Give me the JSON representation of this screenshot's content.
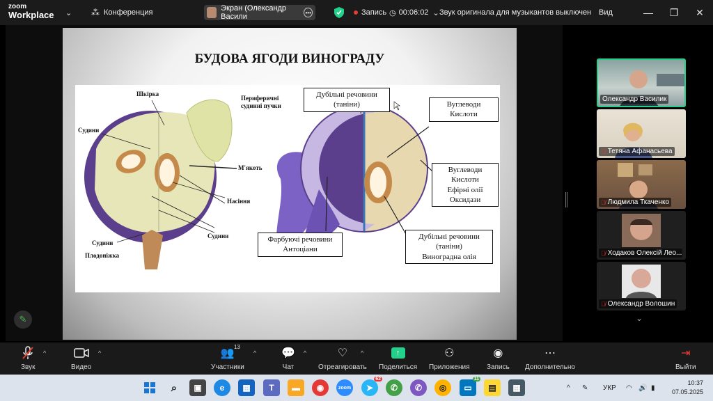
{
  "app": {
    "logo_line1": "zoom",
    "logo_line2": "Workplace"
  },
  "topbar": {
    "meeting_label": "Конференция",
    "share_label": "Экран (Олександр Васили",
    "recording_label": "Запись",
    "timer": "00:06:02",
    "audio_notice": "Звук оригинала для музыкантов выключен",
    "view_label": "Вид"
  },
  "slide": {
    "title": "БУДОВА ЯГОДИ ВИНОГРАДУ",
    "left_labels": {
      "skin": "Шкірка",
      "peripheral": "Периферичні\nсудинні пучки",
      "vessels_top": "Судини",
      "pulp": "М'якоть",
      "seeds": "Насіння",
      "vessels_right": "Судини",
      "vessels_bottom": "Судини",
      "stalk": "Плодоніжка"
    },
    "boxes": {
      "tannins_top": "Дубільні речовини\n(таніни)",
      "carbs_acids": "Вуглеводи\nКислоти",
      "carbs_oils": "Вуглеводи\nКислоти\nЕфірні олії\nОксидази",
      "pigments": "Фарбуючі речовини\nАнтоціани",
      "tannins_bottom": "Дубільні речовини\n(таніни)\nВиноградна олія"
    }
  },
  "participants": [
    {
      "name": "Олександр Василик",
      "muted": false,
      "active": true
    },
    {
      "name": "Тетяна Афанасьева",
      "muted": true,
      "active": false
    },
    {
      "name": "Людмила Ткаченко",
      "muted": true,
      "active": false
    },
    {
      "name": "Ходаков Олексій Лео...",
      "muted": true,
      "active": false
    },
    {
      "name": "Олександр Волошин",
      "muted": true,
      "active": false
    }
  ],
  "controls": {
    "audio": "Звук",
    "video": "Видео",
    "participants": "Участники",
    "participants_count": "13",
    "chat": "Чат",
    "react": "Отреагировать",
    "share": "Поделиться",
    "apps": "Приложения",
    "record": "Запись",
    "more": "Дополнительно",
    "leave": "Выйти"
  },
  "taskbar": {
    "telegram_badge": "62",
    "teams_badge": "11",
    "lang": "УКР",
    "time": "10:37",
    "date": "07.05.2025"
  },
  "colors": {
    "accent_green": "#23d18b",
    "record_red": "#e53935",
    "leave_red": "#e53935"
  }
}
